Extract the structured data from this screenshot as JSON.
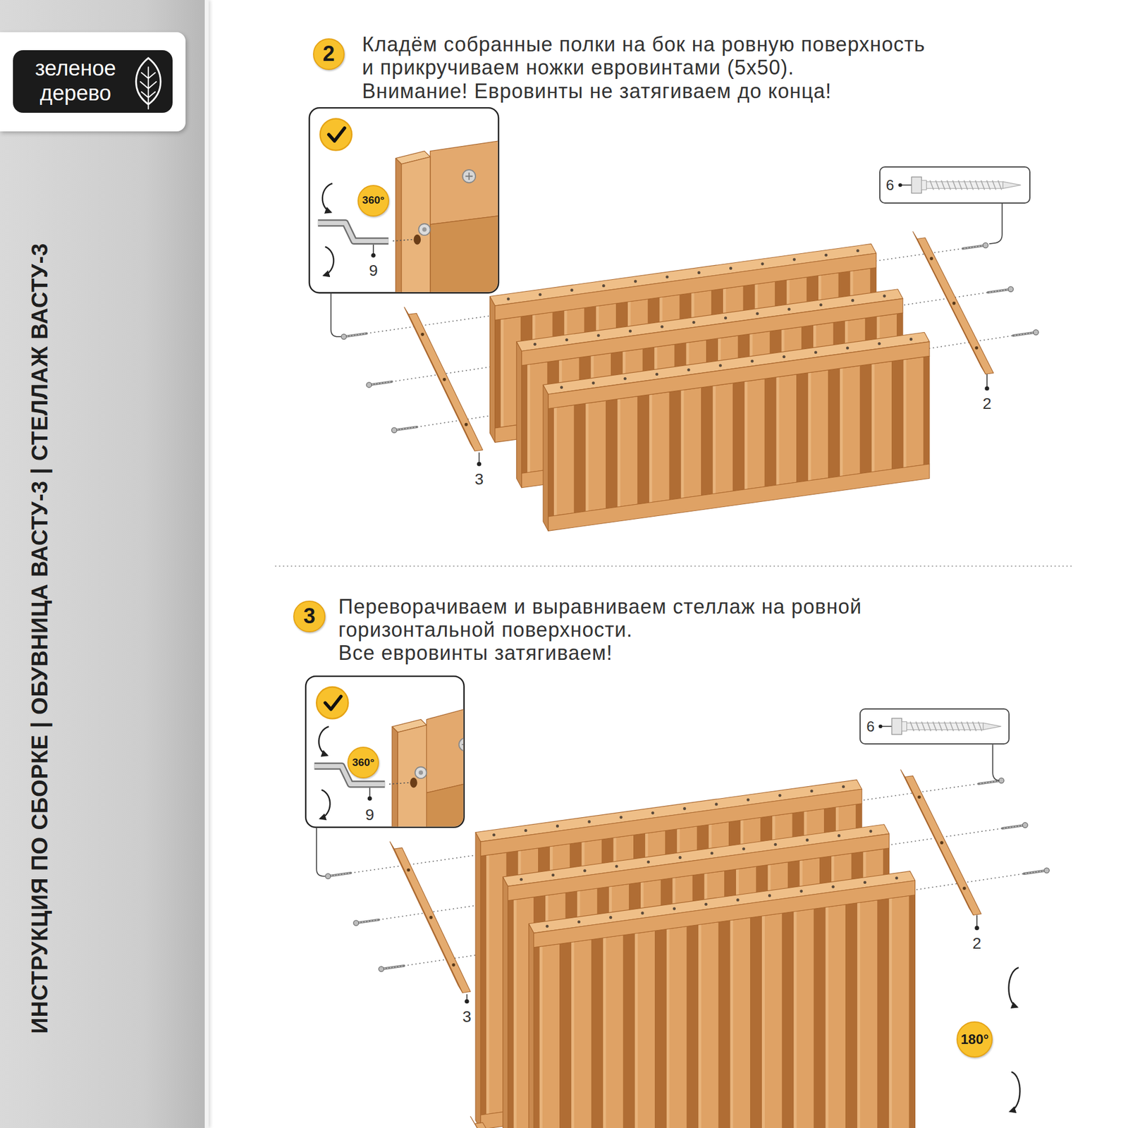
{
  "diagram": {
    "nodes": [
      {
        "text": [
          "ИНСТРУКЦИЯ ПО СБОРКЕ | ОБУВНИЦА ВАСТУ-3 | СТЕЛЛАЖ ВАСТУ-3"
        ]
      },
      {
        "text": [
          "зеленое дерево"
        ],
        "in": 0
      },
      {
        "text": [
          "2"
        ]
      },
      {
        "text": [
          "360°"
        ]
      },
      {
        "text": [
          "6"
        ]
      },
      {
        "text": [
          "3"
        ]
      },
      {
        "text": [
          "360°"
        ]
      },
      {
        "text": [
          "6"
        ]
      },
      {
        "text": [
          "180°"
        ]
      }
    ],
    "labels": [
      "Кладём собранные полки на бок на ровную поверхность и прикручиваем ножки евровинтами (5x50).",
      "Внимание! Евровинты не затягиваем до конца!",
      "9",
      "3",
      "2",
      "Переворачиваем и выравниваем стеллаж на ровной горизонтальной поверхности.",
      "Все евровинты затягиваем!",
      "9",
      "3",
      "2"
    ]
  }
}
